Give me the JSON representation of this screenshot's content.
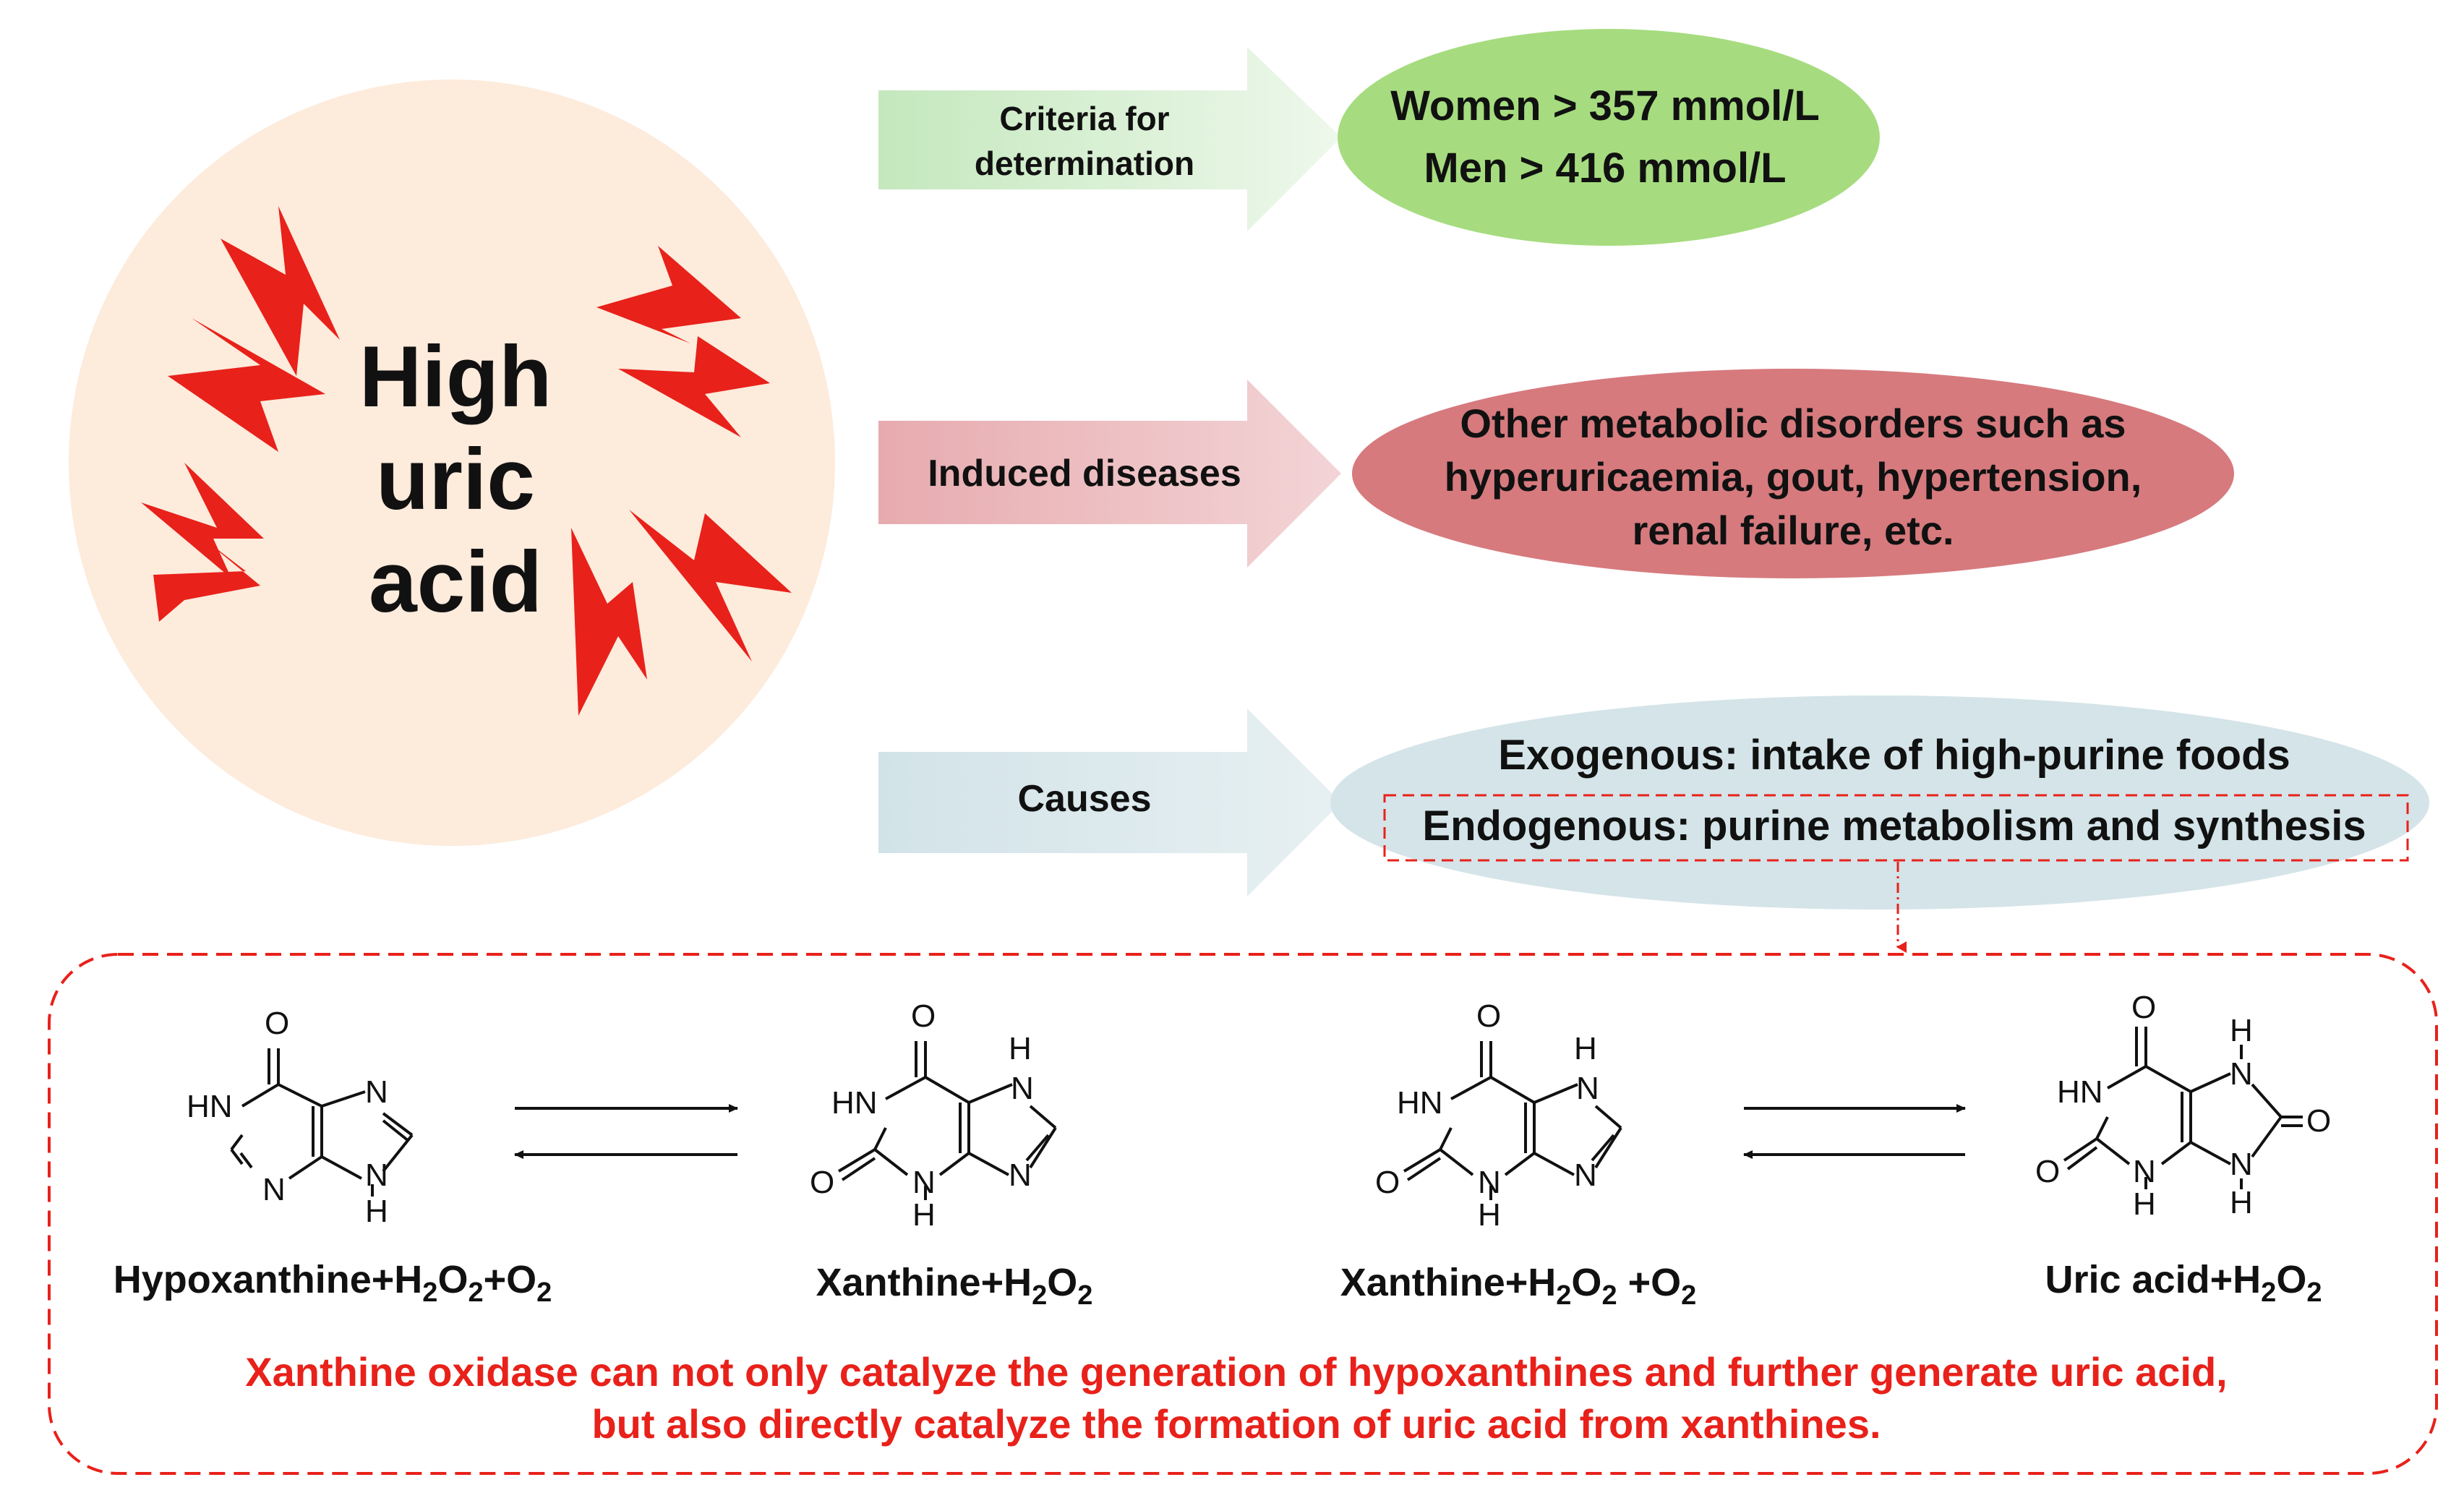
{
  "central": {
    "line1": "High",
    "line2": "uric",
    "line3": "acid"
  },
  "arrows": {
    "criteria_line1": "Criteria for",
    "criteria_line2": "determination",
    "induced": "Induced diseases",
    "causes": "Causes"
  },
  "criteria": {
    "women": "Women > 357 mmol/L",
    "men": "Men > 416 mmol/L"
  },
  "induced": {
    "line1": "Other metabolic disorders such as",
    "line2": "hyperuricaemia, gout, hypertension,",
    "line3": "renal failure, etc."
  },
  "causes": {
    "exogenous": "Exogenous: intake of high-purine foods",
    "endogenous": "Endogenous: purine metabolism and synthesis"
  },
  "reaction": {
    "hypox": {
      "name": "Hypoxanthine+H",
      "s1": "2",
      "mid": "O",
      "s2": "2",
      "tail": "+O",
      "s3": "2"
    },
    "xan1": {
      "name": "Xanthine+H",
      "s1": "2",
      "mid": "O",
      "s2": "2"
    },
    "xan2": {
      "name": "Xanthine+H",
      "s1": "2",
      "mid": "O",
      "s2": "2",
      "tail": " +O",
      "s3": "2"
    },
    "uric": {
      "name": "Uric acid+H",
      "s1": "2",
      "mid": "O",
      "s2": "2"
    }
  },
  "atoms": {
    "O": "O",
    "N": "N",
    "H": "H",
    "HN": "HN"
  },
  "note": {
    "line1": "Xanthine oxidase can not only catalyze the generation of hypoxanthines and further generate uric acid,",
    "line2": "but also directly catalyze the formation of uric acid from xanthines."
  },
  "colors": {
    "circle": "#fdebdc",
    "lightning": "#e8211a",
    "criteria_arrow": "#c6e9c0",
    "criteria_ellipse": "#a7dc80",
    "induced_arrow": "#e9b3b6",
    "induced_ellipse": "#d67b7f",
    "causes_arrow": "#d6e6ea",
    "causes_ellipse": "#d4e4e8",
    "red_dashed": "#e8211a"
  }
}
